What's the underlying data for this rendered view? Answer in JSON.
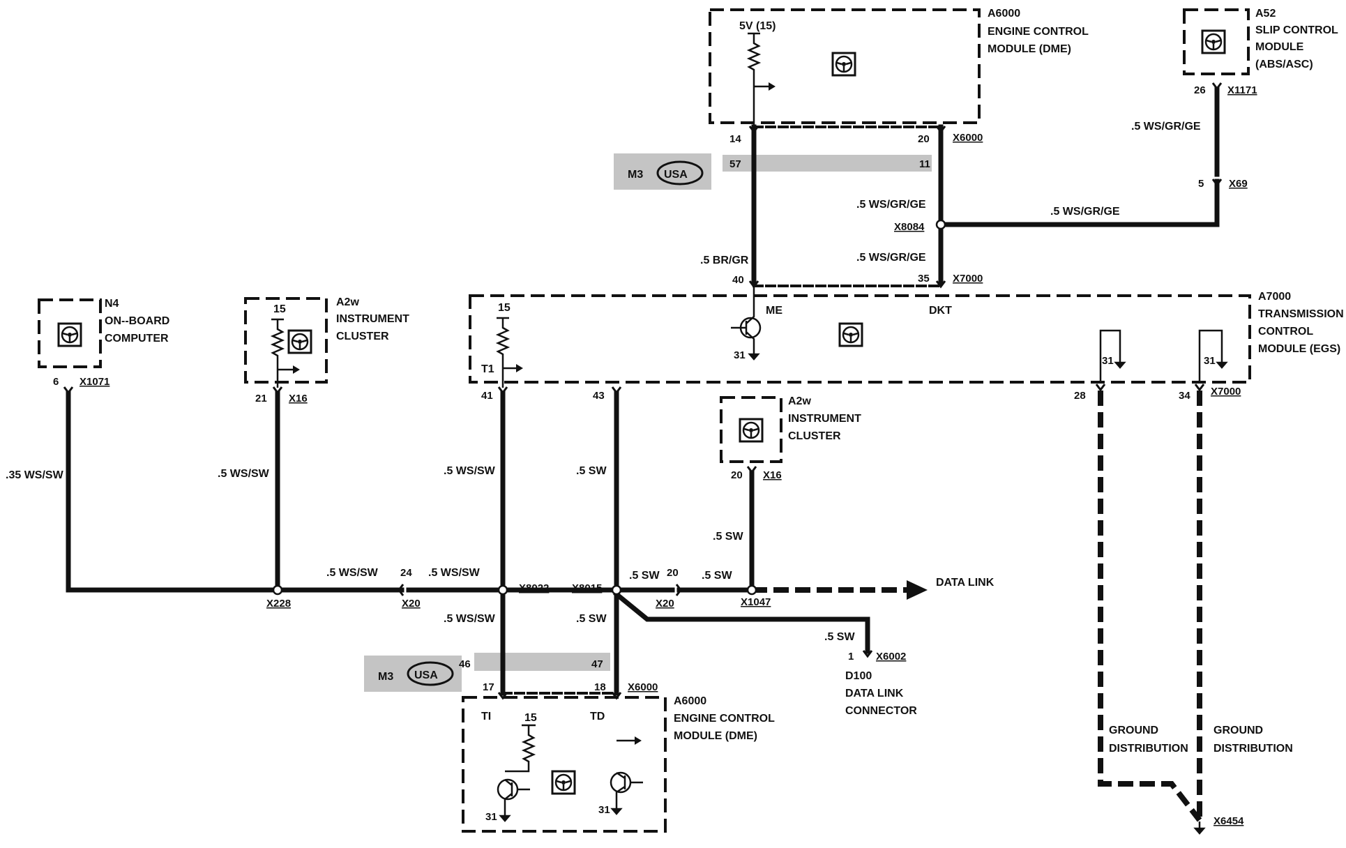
{
  "modules": {
    "a6000_top": {
      "id": "A6000",
      "line1": "ENGINE CONTROL",
      "line2": "MODULE (DME)",
      "supply": "5V (15)"
    },
    "a52": {
      "id": "A52",
      "line1": "SLIP CONTROL",
      "line2": "MODULE",
      "line3": "(ABS/ASC)"
    },
    "n4": {
      "id": "N4",
      "line1": "ON--BOARD",
      "line2": "COMPUTER"
    },
    "a2w_left": {
      "id": "A2w",
      "line1": "INSTRUMENT",
      "line2": "CLUSTER",
      "supply": "15"
    },
    "a7000": {
      "id": "A7000",
      "line1": "TRANSMISSION",
      "line2": "CONTROL",
      "line3": "MODULE (EGS)",
      "supply": "15",
      "t1": "T1",
      "me": "ME",
      "dkt": "DKT",
      "gnd": "31"
    },
    "a2w_mid": {
      "id": "A2w",
      "line1": "INSTRUMENT",
      "line2": "CLUSTER"
    },
    "a6000_bottom": {
      "id": "A6000",
      "line1": "ENGINE CONTROL",
      "line2": "MODULE (DME)",
      "supply": "15",
      "ti": "TI",
      "td": "TD",
      "gnd": "31"
    },
    "d100": {
      "id": "D100",
      "line1": "DATA LINK",
      "line2": "CONNECTOR"
    }
  },
  "connectors": {
    "x6000": "X6000",
    "x1171": "X1171",
    "x69": "X69",
    "x8084": "X8084",
    "x7000": "X7000",
    "x1071": "X1071",
    "x16": "X16",
    "x228": "X228",
    "x20": "X20",
    "x8022": "X8022",
    "x8015": "X8015",
    "x1047": "X1047",
    "x6002": "X6002",
    "x6454": "X6454"
  },
  "pins": {
    "p14": "14",
    "p20": "20",
    "p26": "26",
    "p5": "5",
    "p40": "40",
    "p35": "35",
    "p6": "6",
    "p21": "21",
    "p41": "41",
    "p43": "43",
    "p28": "28",
    "p34": "34",
    "p24": "24",
    "p17": "17",
    "p18": "18",
    "p1": "1",
    "m3_a": "57",
    "m3_b": "11",
    "m3_c": "46",
    "m3_d": "47"
  },
  "wires": {
    "br_gr": ".5 BR/GR",
    "ws_gr_ge": ".5 WS/GR/GE",
    "ws_sw_035": ".35 WS/SW",
    "ws_sw": ".5 WS/SW",
    "sw": ".5 SW"
  },
  "ground_31": "31",
  "ground_distribution": {
    "line1": "GROUND",
    "line2": "DISTRIBUTION"
  },
  "data_link": "DATA LINK",
  "badge": {
    "model": "M3",
    "region": "USA"
  }
}
